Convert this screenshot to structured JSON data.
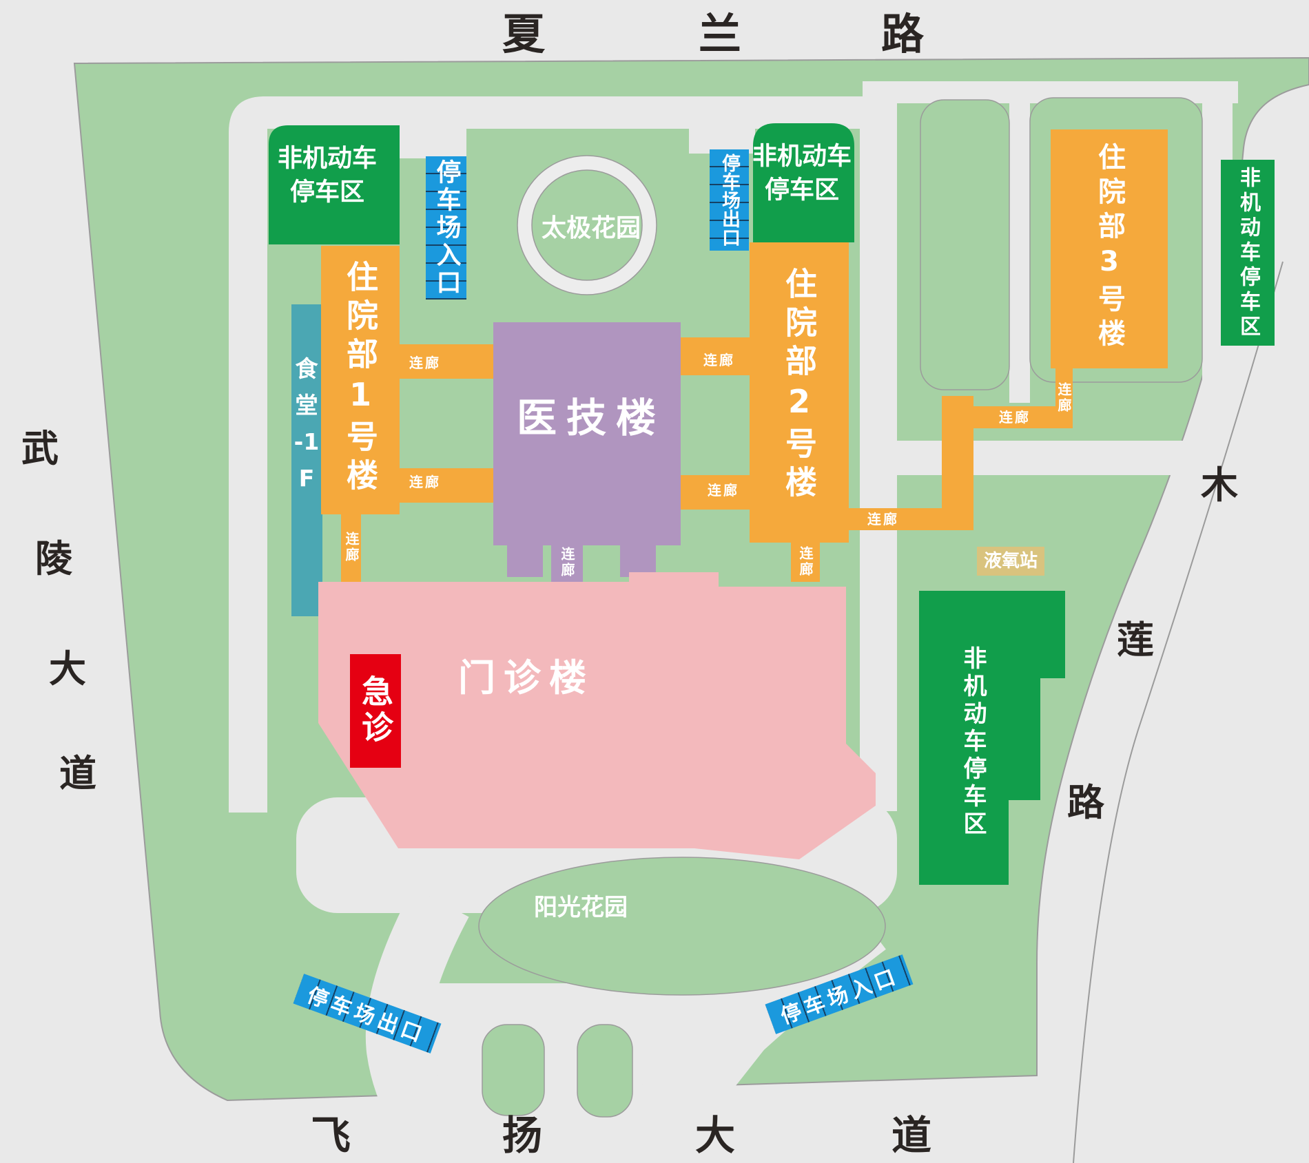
{
  "map_title": "hospital-campus-map",
  "roads": {
    "top": [
      "夏",
      "兰",
      "路"
    ],
    "left": [
      "武",
      "陵",
      "大",
      "道"
    ],
    "bottom": [
      "飞",
      "扬",
      "大",
      "道"
    ],
    "right": [
      "木",
      "莲",
      "路"
    ]
  },
  "gardens": {
    "taiji": "太极花园",
    "sunshine": "阳光花园"
  },
  "buildings": {
    "inpatient1": "住院部1号楼",
    "inpatient2": "住院部2号楼",
    "inpatient3": "住院部3号楼",
    "medtech": "医技楼",
    "outpatient": "门诊楼",
    "emergency": "急诊",
    "canteen": [
      "食",
      "堂",
      "-1",
      "F"
    ],
    "oxygen_station": "液氧站"
  },
  "parking": {
    "nonmotor": "非机动车停车区",
    "nonmotor_lines": [
      "非机动车",
      "停车区"
    ],
    "lot_entrance": "停车场入口",
    "lot_exit": "停车场出口"
  },
  "corridor": {
    "label": "连廊"
  },
  "colors": {
    "campus_green": "#a6d1a4",
    "road_grey": "#e9e9e9",
    "ring_white": "#ededed",
    "building_orange": "#f5a93c",
    "medtech_purple": "#b095bf",
    "outpatient_pink": "#f3b9bc",
    "canteen_teal": "#4ba7b3",
    "emergency_red": "#e50012",
    "parking_green": "#119e4b",
    "sign_blue": "#1b99dd",
    "oxygen_tan": "#d9c37e",
    "road_text_black": "#2a2523"
  }
}
